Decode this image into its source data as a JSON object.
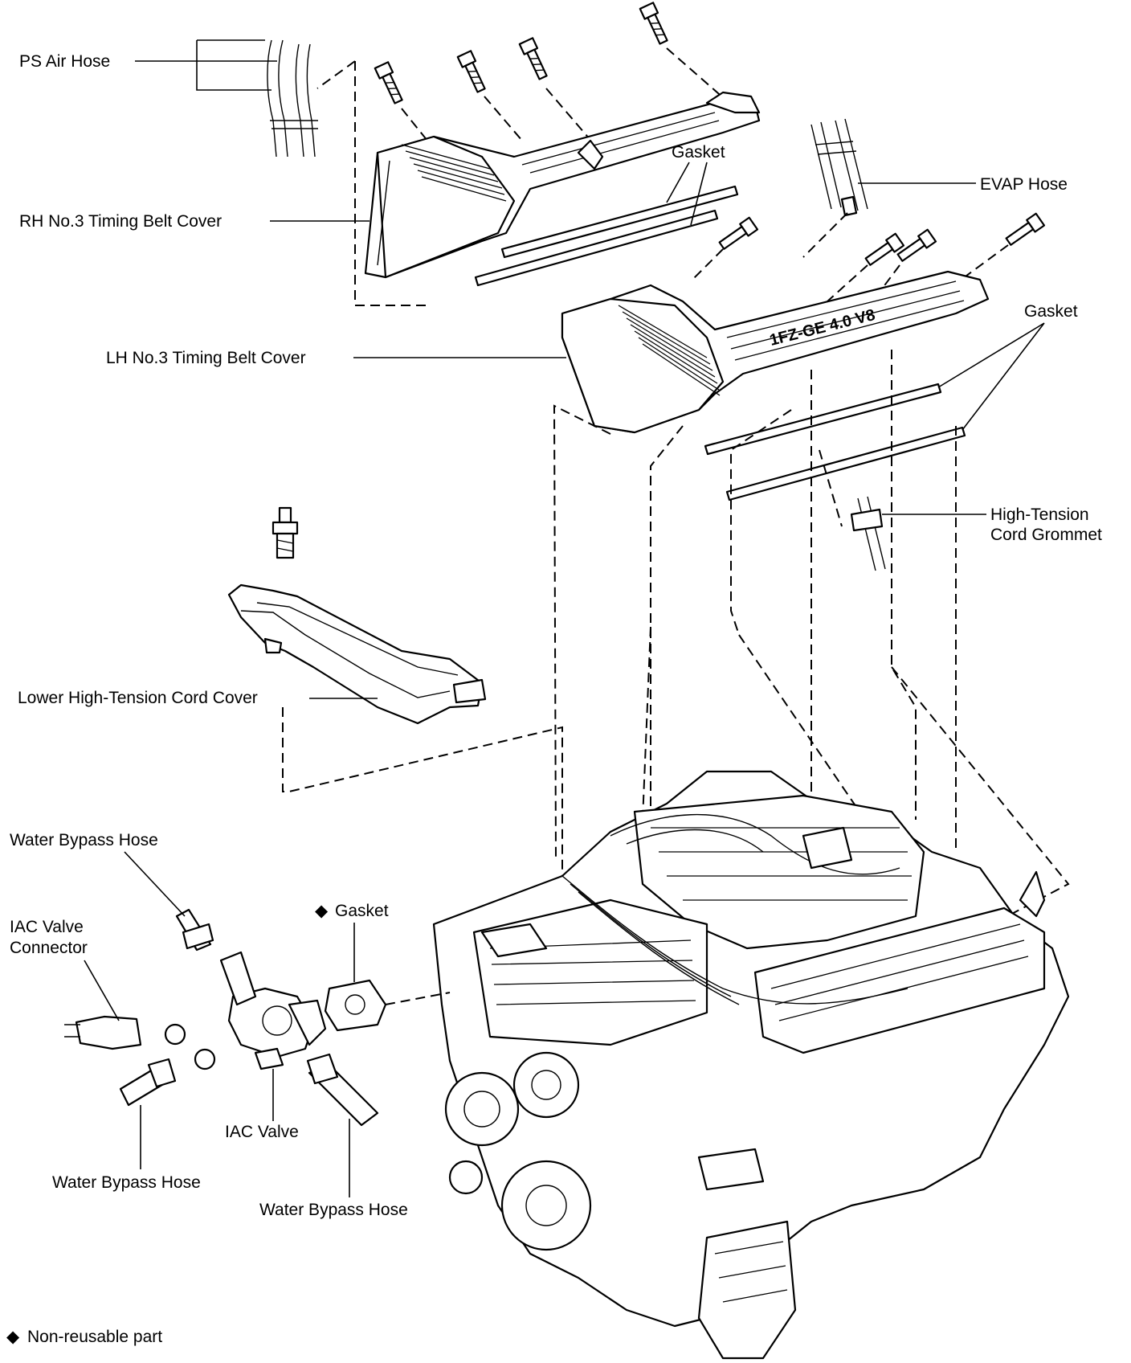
{
  "labels": {
    "ps_air_hose": "PS Air Hose",
    "rh_cover": "RH No.3 Timing Belt Cover",
    "gasket_top": "Gasket",
    "evap_hose": "EVAP Hose",
    "lh_cover": "LH No.3 Timing Belt Cover",
    "gasket_right": "Gasket",
    "ht_grommet_line1": "High-Tension",
    "ht_grommet_line2": "Cord Grommet",
    "lower_ht_cover": "Lower High-Tension Cord Cover",
    "water_bypass_top": "Water Bypass Hose",
    "iac_connector_line1": "IAC Valve",
    "iac_connector_line2": "Connector",
    "gasket_iac": "Gasket",
    "iac_valve": "IAC Valve",
    "water_bypass_left": "Water Bypass Hose",
    "water_bypass_right": "Water Bypass Hose",
    "engraving": "1FZ-GE 4.0 V8",
    "legend": "Non-reusable part"
  },
  "symbols": {
    "non_reusable": "◆"
  },
  "colors": {
    "ink": "#000000",
    "paper": "#ffffff"
  }
}
